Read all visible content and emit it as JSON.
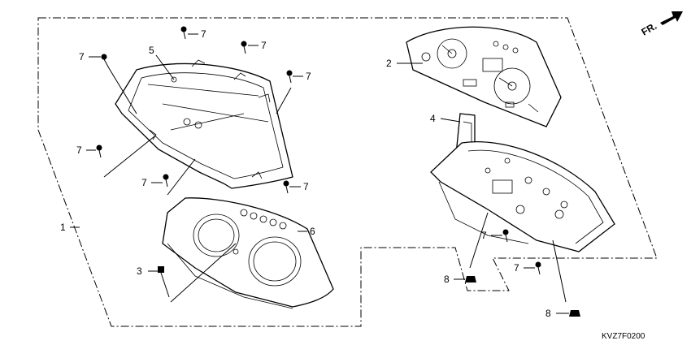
{
  "direction_label": "FR.",
  "diagram_code": "KVZ7F0200",
  "callouts": {
    "c1": "1",
    "c2": "2",
    "c3": "3",
    "c4": "4",
    "c5": "5",
    "c6": "6",
    "c7a": "7",
    "c7b": "7",
    "c7c": "7",
    "c7d": "7",
    "c7e": "7",
    "c7f": "7",
    "c7g": "7",
    "c7h": "7",
    "c7i": "7",
    "c8a": "8",
    "c8b": "8"
  }
}
